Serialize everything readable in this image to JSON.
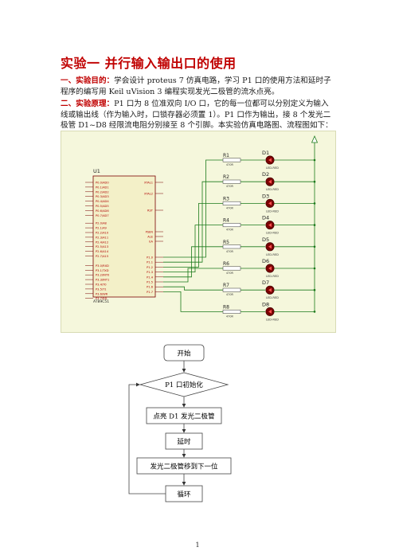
{
  "document": {
    "title": "实验一  并行输入输出口的使用",
    "sections": [
      {
        "lead": "一、实验目的：",
        "text": "学会设计 proteus 7 仿真电路，学习 P1 口的使用方法和延时子程序的编写用 Keil uVision 3 编程实现发光二极管的流水点亮。"
      },
      {
        "lead": "二、实验原理：",
        "text": "P1 口为 8 位准双向 I/O 口，它的每一位都可以分别定义为输入线或输出线（作为输入时，口锁存器必须置 1）。P1 口作为输出，接 8 个发光二极管 D1~D8 经限流电阻分别接至 8 个引脚。本实验仿真电路图、流程图如下："
      }
    ],
    "page_number": "1"
  },
  "circuit": {
    "chip_label": "U1",
    "chip_part": "AT89C51",
    "left_pins": [
      "P0.0/AD0",
      "P0.1/AD1",
      "P0.2/AD2",
      "P0.3/AD3",
      "P0.4/AD4",
      "P0.5/AD5",
      "P0.6/AD6",
      "P0.7/AD7",
      "P2.0/A8",
      "P2.1/A9",
      "P2.2/A10",
      "P2.3/A11",
      "P2.4/A12",
      "P2.5/A13",
      "P2.6/A14",
      "P2.7/A15",
      "P3.0/RXD",
      "P3.1/TXD",
      "P3.2/INT0",
      "P3.3/INT1",
      "P3.4/T0",
      "P3.5/T1",
      "P3.6/WR",
      "P3.7/RD"
    ],
    "right_pins": [
      "XTAL1",
      "XTAL2",
      "RST",
      "PSEN",
      "ALE",
      "EA",
      "P1.0",
      "P1.1",
      "P1.2",
      "P1.3",
      "P1.4",
      "P1.5",
      "P1.6",
      "P1.7"
    ],
    "resistors": [
      {
        "name": "R1",
        "value": "470R"
      },
      {
        "name": "R2",
        "value": "470R"
      },
      {
        "name": "R3",
        "value": "470R"
      },
      {
        "name": "R4",
        "value": "470R"
      },
      {
        "name": "R5",
        "value": "470R"
      },
      {
        "name": "R6",
        "value": "470R"
      },
      {
        "name": "R7",
        "value": "470R"
      },
      {
        "name": "R8",
        "value": "470R"
      }
    ],
    "leds": [
      {
        "name": "D1",
        "part": "LED-RED"
      },
      {
        "name": "D2",
        "part": "LED-RED"
      },
      {
        "name": "D3",
        "part": "LED-RED"
      },
      {
        "name": "D4",
        "part": "LED-RED"
      },
      {
        "name": "D5",
        "part": "LED-RED"
      },
      {
        "name": "D6",
        "part": "LED-RED"
      },
      {
        "name": "D7",
        "part": "LED-RED"
      },
      {
        "name": "D8",
        "part": "LED-RED"
      }
    ],
    "colors": {
      "wire": "#1b7a1b",
      "chip_outline": "#7a0000",
      "chip_fill": "#f3f0c8",
      "pin_text": "#b00000",
      "led": "#7a0000",
      "power": "#1b7a1b"
    }
  },
  "flowchart": {
    "nodes": [
      {
        "id": "start",
        "label": "开始",
        "shape": "rounded"
      },
      {
        "id": "init",
        "label": "P1 口初始化",
        "shape": "diamond"
      },
      {
        "id": "light",
        "label": "点亮 D1 发光二极管",
        "shape": "rect"
      },
      {
        "id": "delay",
        "label": "延时",
        "shape": "rect"
      },
      {
        "id": "shift",
        "label": "发光二极管移到下一位",
        "shape": "rect"
      },
      {
        "id": "loop",
        "label": "循环",
        "shape": "rect"
      }
    ]
  }
}
